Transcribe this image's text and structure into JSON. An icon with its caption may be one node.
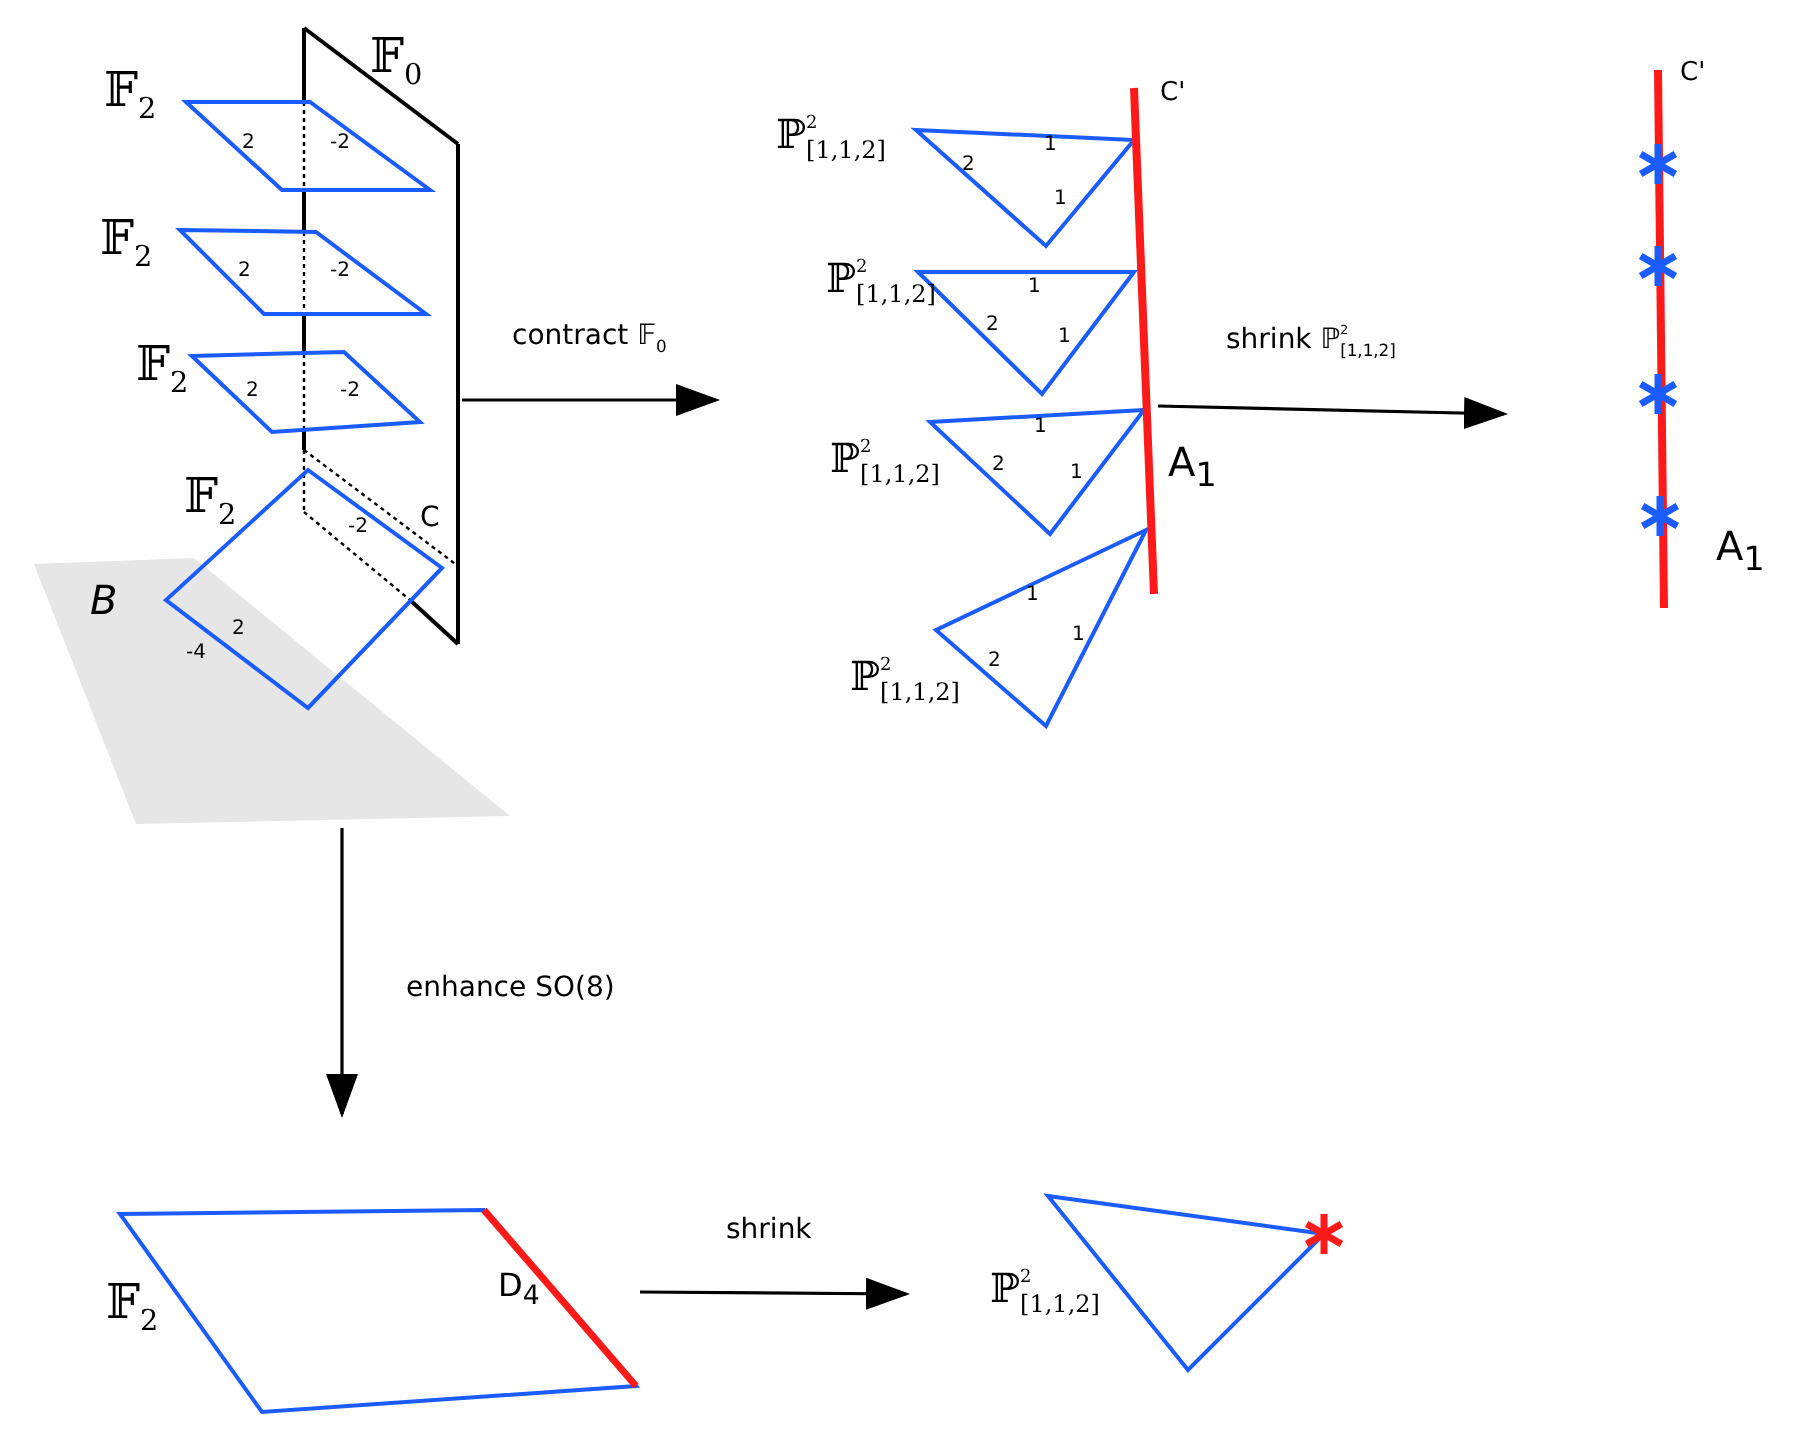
{
  "diagram": {
    "nodes": [
      {
        "text": [
          "𝔽$_{0}$"
        ]
      },
      {
        "text": [
          "𝔽$_{2}$",
          "2",
          "-2"
        ]
      },
      {
        "text": [
          "𝔽$_{2}$",
          "2",
          "-2"
        ]
      },
      {
        "text": [
          "𝔽$_{2}$",
          "2",
          "-2"
        ]
      },
      {
        "text": [
          "𝔽$_{2}$",
          "-2",
          "2"
        ],
        "beside": [
          "-4"
        ]
      },
      {
        "text": [
          "B"
        ]
      },
      {
        "text": [
          "ℙ$^{2}$$_{[1,1,2]}$",
          "2",
          "1",
          "1"
        ]
      },
      {
        "text": [
          "ℙ$^{2}$$_{[1,1,2]}$",
          "1",
          "2",
          "1"
        ]
      },
      {
        "text": [
          "ℙ$^{2}$$_{[1,1,2]}$",
          "1",
          "2",
          "1"
        ]
      },
      {
        "text": [
          "ℙ$^{2}$$_{[1,1,2]}$",
          "1",
          "1",
          "2"
        ]
      },
      {
        "text": [
          "C'",
          "A$_{1}$"
        ]
      },
      {
        "text": [
          "C'",
          "A$_{1}$"
        ]
      },
      {
        "text": [
          "𝔽$_{2}$",
          "D$_{4}$"
        ]
      },
      {
        "text": [
          "ℙ$^{2}$$_{[1,1,2]}$"
        ]
      }
    ],
    "edges": [
      {
        "from": 0,
        "to": null,
        "arrow": "to",
        "label": "contract 𝔽$_{0}$"
      },
      {
        "from": 10,
        "to": null,
        "arrow": "to",
        "label": "shrink ℙ$^{2}$$_{[1,1,2]}$"
      },
      {
        "from": 5,
        "to": null,
        "arrow": "to",
        "label": "enhance SO(8)"
      },
      {
        "from": 12,
        "to": null,
        "arrow": "to",
        "label": "shrink"
      }
    ],
    "labels": [
      "C"
    ]
  }
}
